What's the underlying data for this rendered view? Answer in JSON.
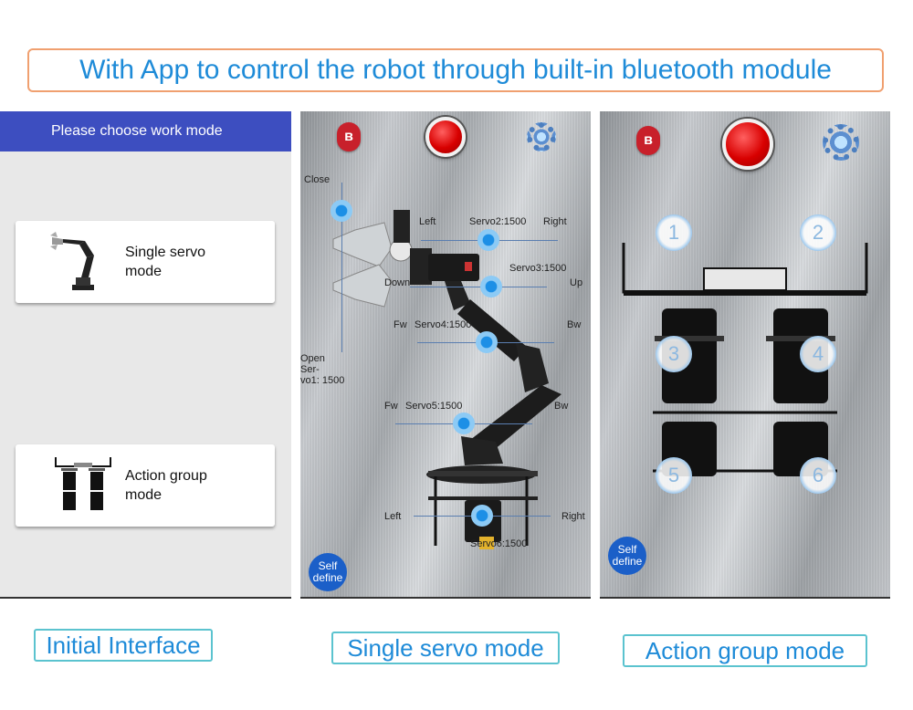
{
  "banner": "With App to control the robot through built-in bluetooth module",
  "initial": {
    "header": "Please choose work mode",
    "cards": [
      {
        "label": "Single servo\nmode"
      },
      {
        "label": "Action group\nmode"
      }
    ]
  },
  "single": {
    "bluetooth_icon": "ʙ",
    "labels": {
      "close": "Close",
      "open": "Open\nSer-\nvo1:   1500",
      "left_top": "Left",
      "servo2": "Servo2:1500",
      "right_top": "Right",
      "servo3": "Servo3:1500",
      "up": "Up",
      "down": "Down",
      "fw4": "Fw",
      "servo4": "Servo4:1500",
      "bw4": "Bw",
      "fw5": "Fw",
      "servo5": "Servo5:1500",
      "bw5": "Bw",
      "left_bottom": "Left",
      "right_bottom": "Right",
      "servo6": "Servo6:1500"
    },
    "self_define": "Self\ndefine"
  },
  "action": {
    "bluetooth_icon": "ʙ",
    "numbers": [
      "1",
      "2",
      "3",
      "4",
      "5",
      "6"
    ],
    "self_define": "Self\ndefine"
  },
  "captions": {
    "initial": "Initial Interface",
    "single": "Single servo mode",
    "action": "Action group mode"
  }
}
